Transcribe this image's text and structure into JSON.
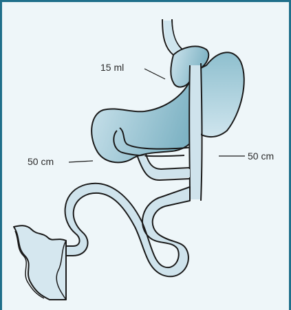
{
  "labels": {
    "pouch_volume": "15 ml",
    "left_limb_length": "50 cm",
    "right_limb_length": "50 cm"
  },
  "colors": {
    "frame": "#1f6f8b",
    "background": "#eef6f9",
    "outline": "#1a1a1a",
    "stomach_light": "#c9e1ea",
    "stomach_dark": "#7fb5c6",
    "bowel": "#cfe3ec"
  }
}
